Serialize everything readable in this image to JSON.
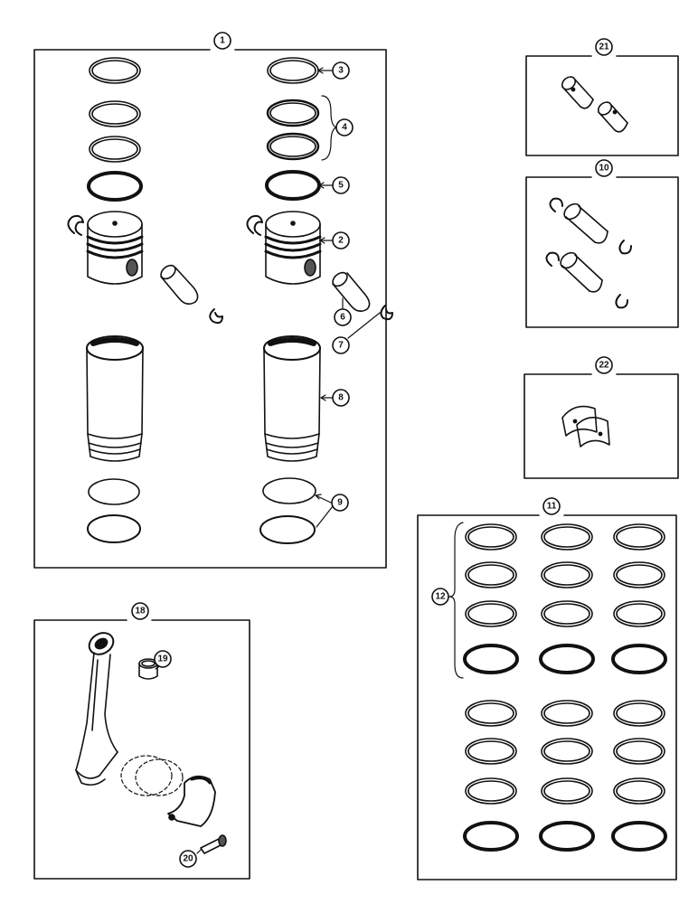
{
  "callouts": {
    "c1": "1",
    "c2": "2",
    "c3": "3",
    "c4": "4",
    "c5": "5",
    "c6": "6",
    "c7": "7",
    "c8": "8",
    "c9": "9",
    "c10": "10",
    "c11": "11",
    "c12": "12",
    "c18": "18",
    "c19": "19",
    "c20": "20",
    "c21": "21",
    "c22": "22"
  },
  "colors": {
    "ink": "#111111",
    "paper": "#ffffff",
    "shade": "#555555"
  }
}
